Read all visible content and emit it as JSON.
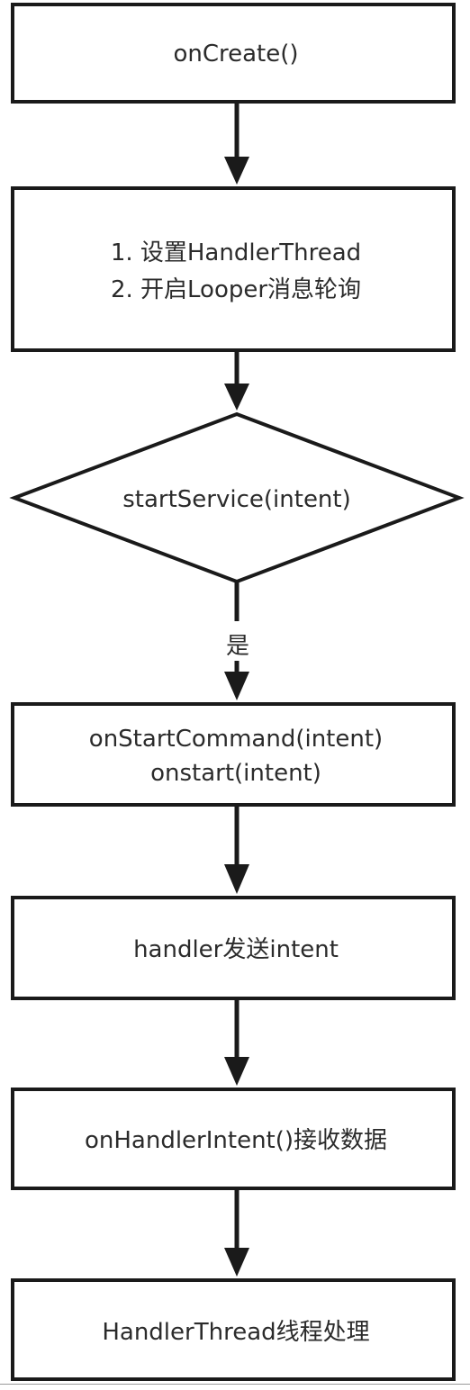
{
  "nodes": {
    "oncreate": {
      "line1": "onCreate()"
    },
    "setup": {
      "line1": "1. 设置HandlerThread",
      "line2": "2. 开启Looper消息轮询"
    },
    "start_service": {
      "line1": "startService(intent)"
    },
    "on_start_command": {
      "line1": "onStartCommand(intent)",
      "line2": "onstart(intent)"
    },
    "handler_send": {
      "line1": "handler发送intent"
    },
    "on_handle_intent": {
      "line1": "onHandlerIntent()接收数据"
    },
    "thread_process": {
      "line1": "HandlerThread线程处理"
    }
  },
  "edges": {
    "yes_label": "是"
  }
}
